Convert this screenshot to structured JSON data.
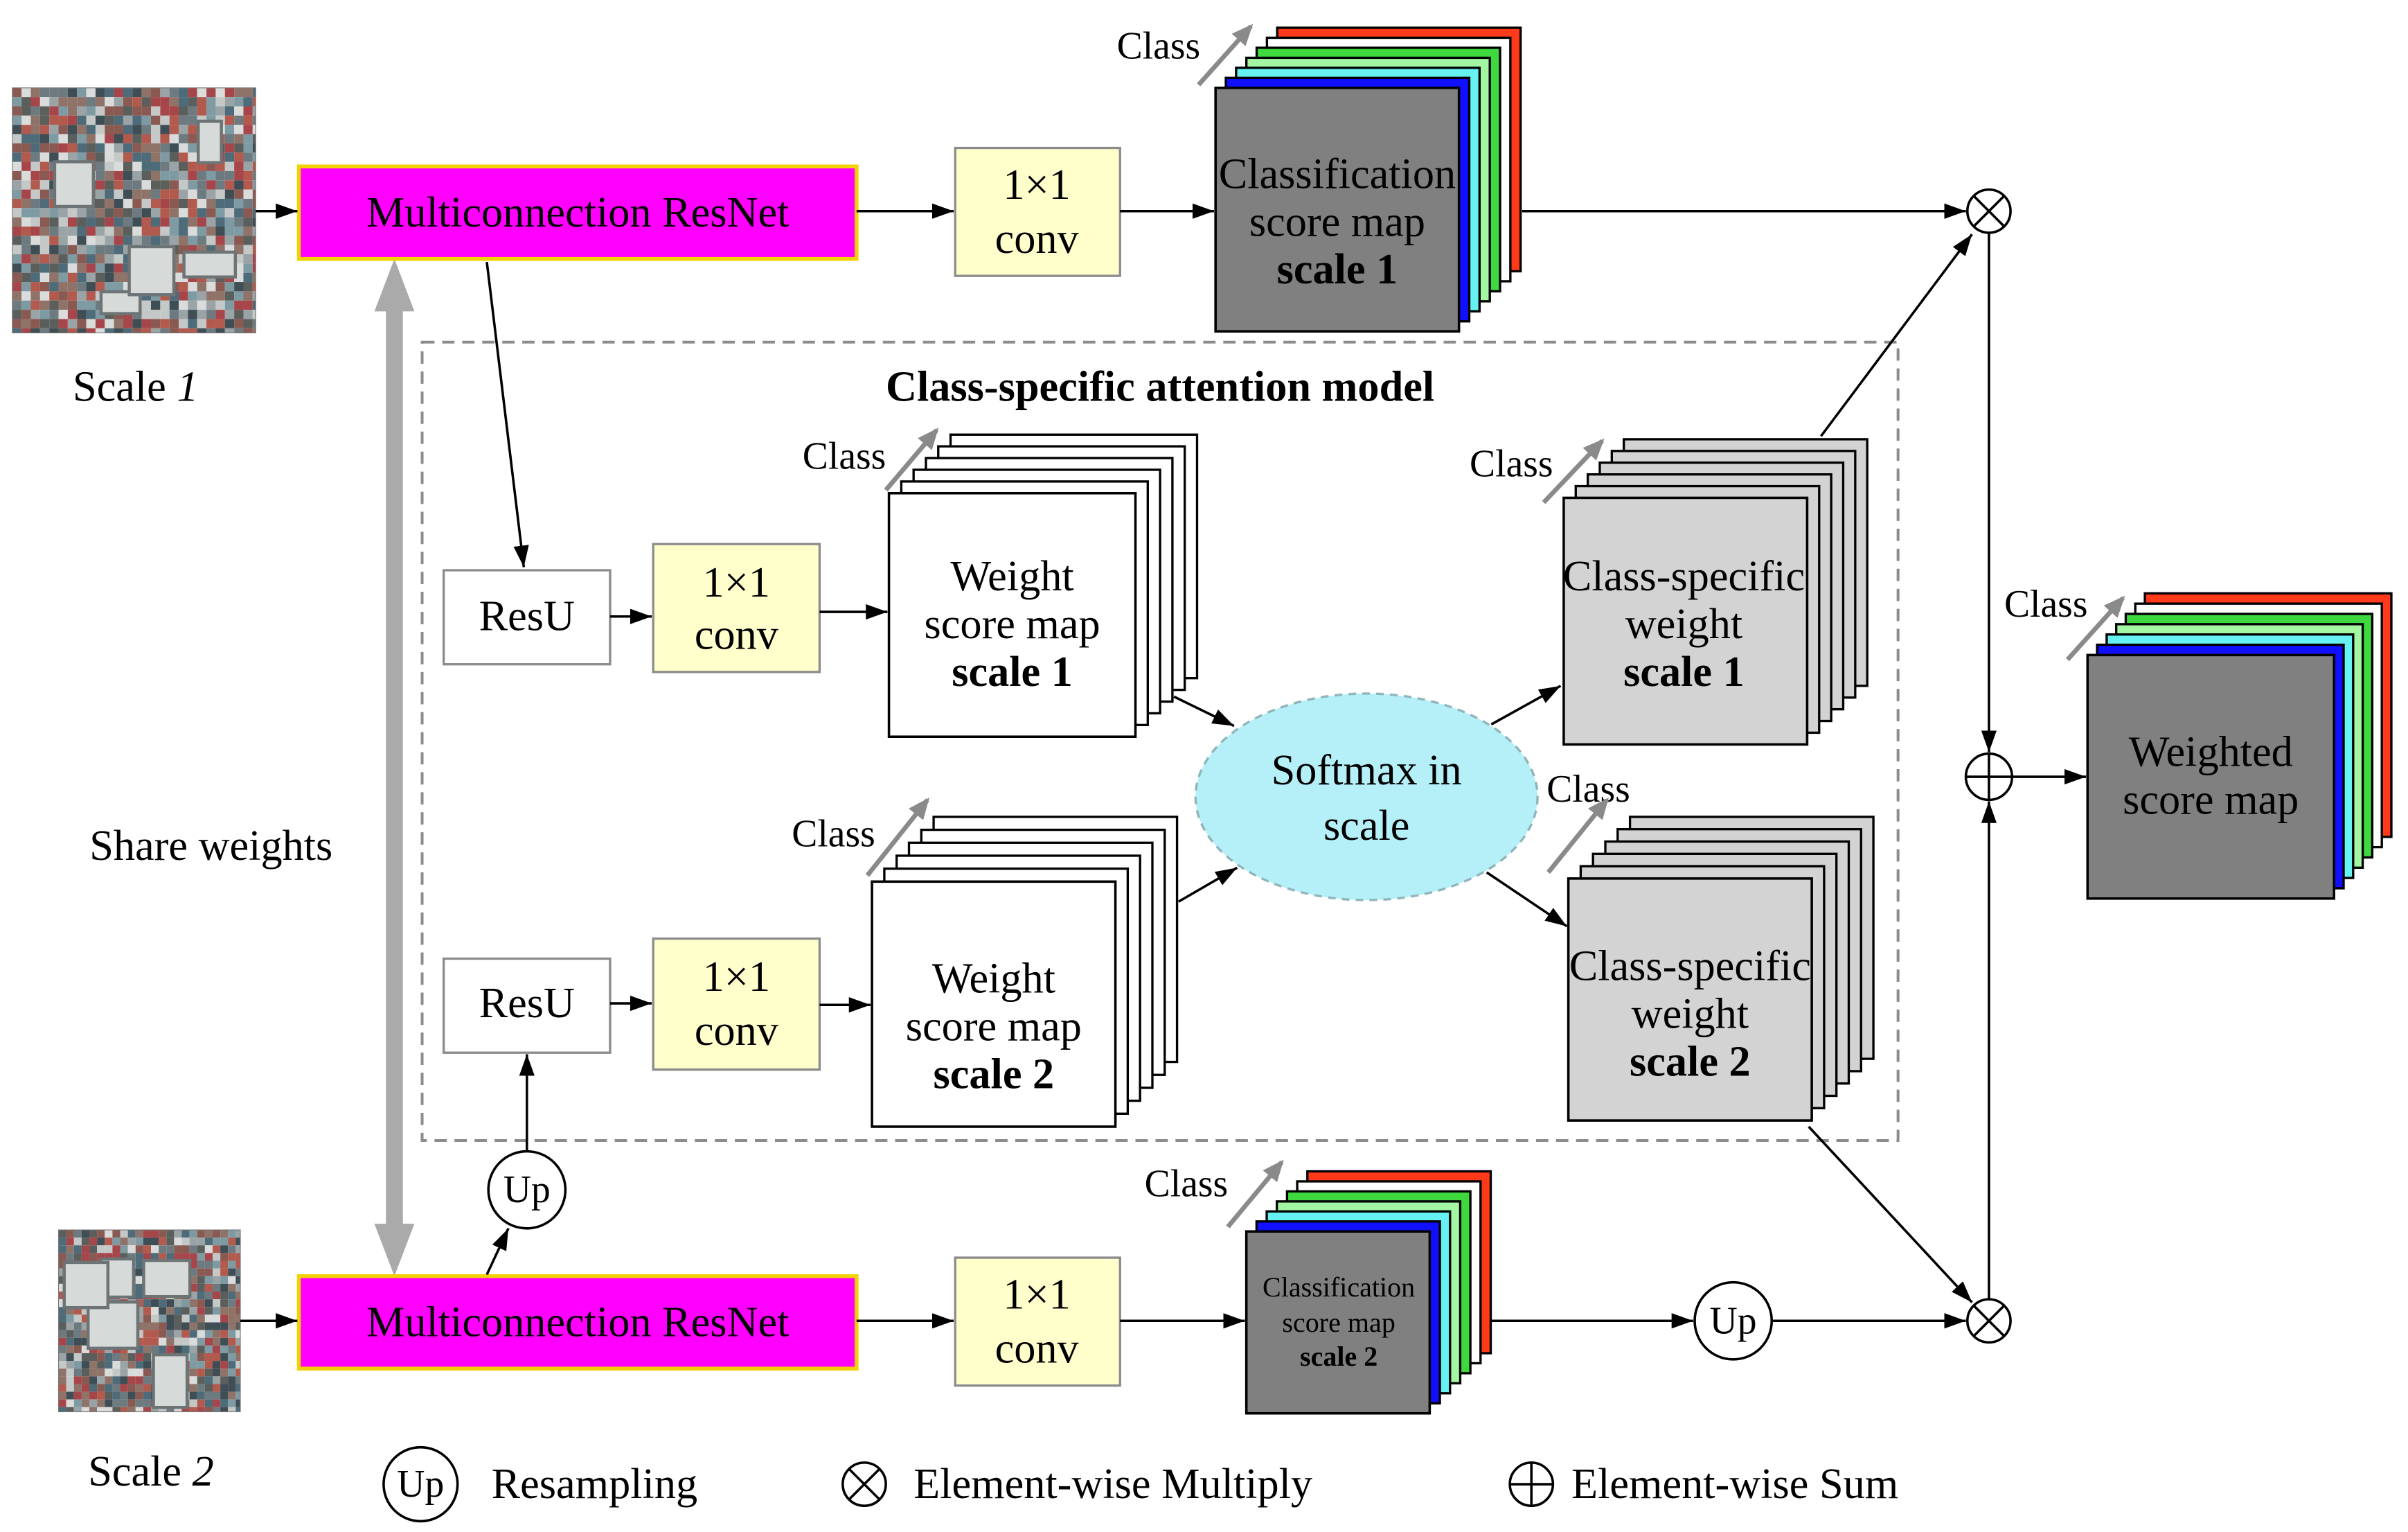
{
  "inputs": {
    "scale_1": {
      "word": "Scale",
      "index": "1"
    },
    "scale_2": {
      "word": "Scale",
      "index": "2"
    }
  },
  "backbone": {
    "top_label": "Multiconnection ResNet",
    "bottom_label": "Multiconnection ResNet",
    "share_label": "Share weights"
  },
  "conv": {
    "top": [
      "1×1",
      "conv"
    ],
    "attention_1": [
      "1×1",
      "conv"
    ],
    "attention_2": [
      "1×1",
      "conv"
    ],
    "bottom": [
      "1×1",
      "conv"
    ]
  },
  "score_maps": {
    "scale_1": {
      "class_label": "Class",
      "lines": [
        "Classification",
        "score map",
        "scale 1"
      ]
    },
    "scale_2": {
      "class_label": "Class",
      "lines": [
        "Classification",
        "score map",
        "scale 2"
      ]
    }
  },
  "attention": {
    "title": "Class-specific attention model",
    "resu_1": "ResU",
    "resu_2": "ResU",
    "weight_map_1": {
      "class_label": "Class",
      "lines": [
        "Weight",
        "score map",
        "scale 1"
      ]
    },
    "weight_map_2": {
      "class_label": "Class",
      "lines": [
        "Weight",
        "score map",
        "scale 2"
      ]
    },
    "softmax": [
      "Softmax in",
      "scale"
    ],
    "class_weight_1": {
      "class_label": "Class",
      "lines": [
        "Class-specific",
        "weight",
        "scale 1"
      ]
    },
    "class_weight_2": {
      "class_label": "Class",
      "lines": [
        "Class-specific",
        "weight",
        "scale 2"
      ]
    }
  },
  "resampling": {
    "up_attention": "Up",
    "up_output": "Up"
  },
  "output": {
    "class_label": "Class",
    "lines": [
      "Weighted",
      "score map"
    ]
  },
  "legend": [
    {
      "icon": "up-circle-icon",
      "symbol": "Up",
      "label": "Resampling"
    },
    {
      "icon": "circle-times-icon",
      "label": "Element-wise Multiply"
    },
    {
      "icon": "circle-plus-icon",
      "label": "Element-wise Sum"
    }
  ],
  "colors": {
    "resnet_fill": "#ff00ff",
    "conv_fill": "#ffffcc",
    "resu_text": "#ff2200",
    "softmax_fill": "#b5eff8",
    "score_map": "#808080",
    "weight_map": "#ffffff",
    "class_weight": "#d3d3d3",
    "class_layers": [
      "#ff3a1a",
      "#ffffff",
      "#3fd83f",
      "#a3f7a3",
      "#66f2f2",
      "#1010ff"
    ],
    "share_arrow": "#aaaaaa"
  }
}
